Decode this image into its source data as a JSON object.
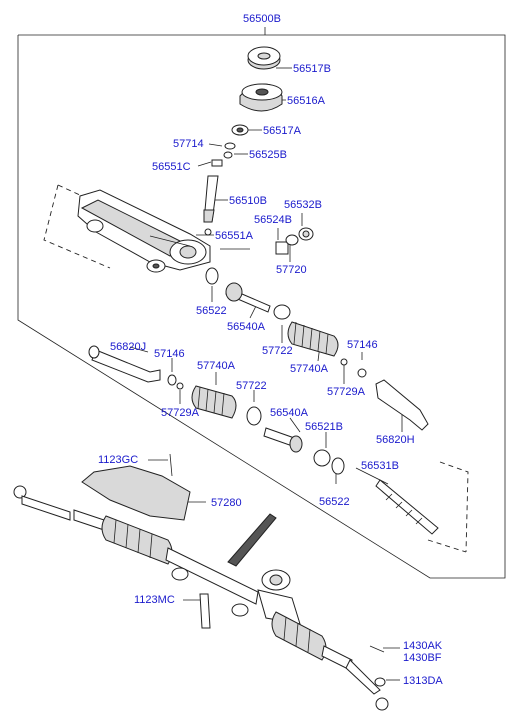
{
  "assembly_label": "56500B",
  "labels": {
    "p56517B": "56517B",
    "p56516A": "56516A",
    "p56517A": "56517A",
    "p57714": "57714",
    "p56525B": "56525B",
    "p56551C": "56551C",
    "p56510B": "56510B",
    "p56532B": "56532B",
    "p56524B": "56524B",
    "p56551A": "56551A",
    "p57720": "57720",
    "p56522_top": "56522",
    "p56540A_top": "56540A",
    "p57722_top": "57722",
    "p57740A_right": "57740A",
    "p57146_right": "57146",
    "p56820J": "56820J",
    "p57146_left": "57146",
    "p57740A_left": "57740A",
    "p57729A_right": "57729A",
    "p57722_mid": "57722",
    "p57729A_left": "57729A",
    "p56540A_mid": "56540A",
    "p56820H": "56820H",
    "p56521B": "56521B",
    "p1123GC": "1123GC",
    "p56531B": "56531B",
    "p57280": "57280",
    "p56522_mid": "56522",
    "p1123MC": "1123MC",
    "p1430AK": "1430AK",
    "p1430BF": "1430BF",
    "p1313DA": "1313DA"
  }
}
